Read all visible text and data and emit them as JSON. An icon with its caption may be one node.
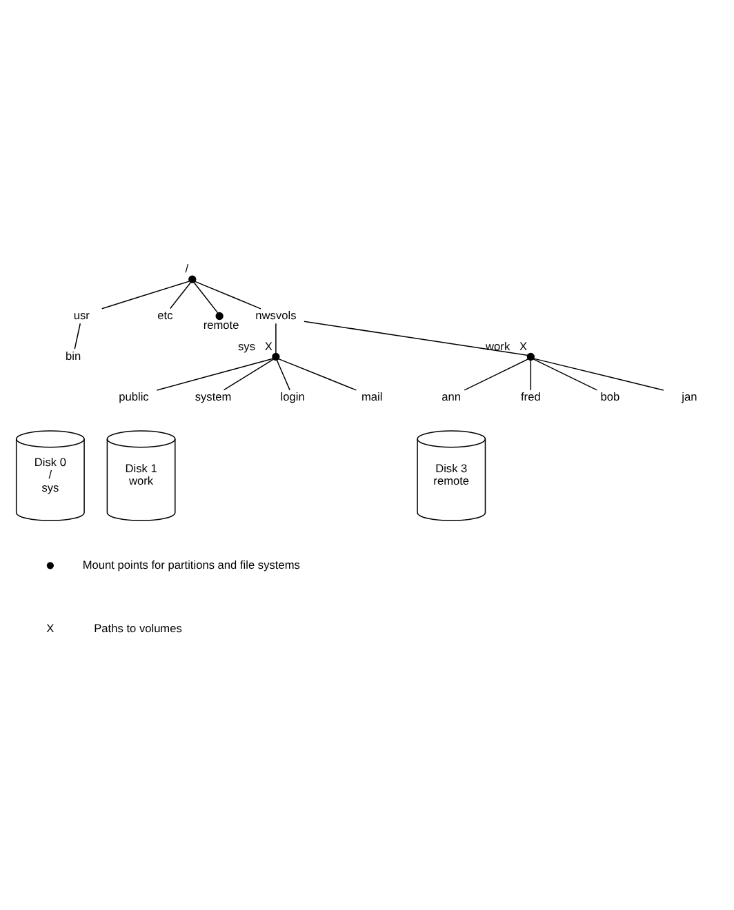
{
  "diagram": {
    "nodes": [
      {
        "text": [
          "/"
        ]
      },
      {
        "text": [
          "usr"
        ]
      },
      {
        "text": [
          "bin"
        ]
      },
      {
        "text": [
          "etc"
        ]
      },
      {
        "text": [
          "remote"
        ]
      },
      {
        "text": [
          "nwsvols"
        ]
      },
      {
        "text": [
          "sys"
        ],
        "beside": [
          "X"
        ]
      },
      {
        "text": [
          "work"
        ],
        "beside": [
          "X"
        ]
      },
      {
        "text": [
          "public"
        ]
      },
      {
        "text": [
          "system"
        ]
      },
      {
        "text": [
          "login"
        ]
      },
      {
        "text": [
          "mail"
        ]
      },
      {
        "text": [
          "ann"
        ]
      },
      {
        "text": [
          "fred"
        ]
      },
      {
        "text": [
          "bob"
        ]
      },
      {
        "text": [
          "jan"
        ]
      },
      {
        "text": [
          "Disk 0",
          "/",
          "sys"
        ]
      },
      {
        "text": [
          "Disk 1",
          "work"
        ]
      },
      {
        "text": [
          "Disk 3",
          "remote"
        ]
      }
    ],
    "edges": [
      {
        "from": 0,
        "to": 1,
        "arrow": "none"
      },
      {
        "from": 1,
        "to": 2,
        "arrow": "none"
      },
      {
        "from": 0,
        "to": 3,
        "arrow": "none"
      },
      {
        "from": 0,
        "to": 4,
        "arrow": "none"
      },
      {
        "from": 0,
        "to": 5,
        "arrow": "none"
      },
      {
        "from": 5,
        "to": 6,
        "arrow": "none"
      },
      {
        "from": 5,
        "to": 7,
        "arrow": "none"
      },
      {
        "from": 6,
        "to": 8,
        "arrow": "none"
      },
      {
        "from": 6,
        "to": 9,
        "arrow": "none"
      },
      {
        "from": 6,
        "to": 10,
        "arrow": "none"
      },
      {
        "from": 6,
        "to": 11,
        "arrow": "none"
      },
      {
        "from": 7,
        "to": 12,
        "arrow": "none"
      },
      {
        "from": 7,
        "to": 13,
        "arrow": "none"
      },
      {
        "from": 7,
        "to": 14,
        "arrow": "none"
      },
      {
        "from": 7,
        "to": 15,
        "arrow": "none"
      }
    ],
    "labels": [
      "X"
    ],
    "legend": [
      {
        "text": "Mount points for partitions and file systems"
      },
      {
        "text": "Paths to volumes"
      }
    ]
  }
}
